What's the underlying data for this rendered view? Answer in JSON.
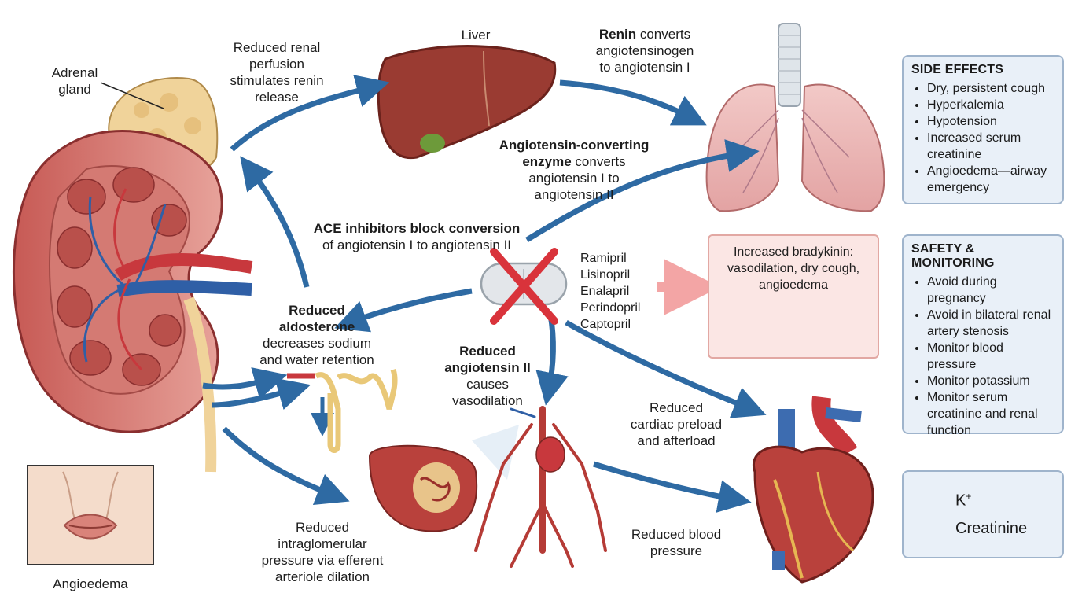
{
  "labels": {
    "liver": "Liver",
    "adrenal_gland_1": "Adrenal",
    "adrenal_gland_2": "gland",
    "renal_perfusion": [
      "Reduced renal",
      "perfusion",
      "stimulates renin",
      "release"
    ],
    "renin_bold": "Renin",
    "renin_rest_1": " converts",
    "renin_rest_2": "angiotensinogen",
    "renin_rest_3": "to angiotensin I",
    "ace_bold_1": "Angiotensin-converting",
    "ace_bold_2": "enzyme",
    "ace_rest_1": " converts",
    "ace_rest_2": "angiotensin I to",
    "ace_rest_3": "angiotensin II",
    "block_bold": "ACE inhibitors block conversion",
    "block_rest": "of angiotensin I to angiotensin II",
    "aldo_bold_1": "Reduced",
    "aldo_bold_2": "aldosterone",
    "aldo_rest_1": "decreases sodium",
    "aldo_rest_2": "and water retention",
    "ang2_bold_1": "Reduced",
    "ang2_bold_2": "angiotensin II",
    "ang2_rest_1": "causes",
    "ang2_rest_2": "vasodilation",
    "preload": [
      "Reduced",
      "cardiac preload",
      "and afterload"
    ],
    "bp": [
      "Reduced blood",
      "pressure"
    ],
    "intraglom": [
      "Reduced",
      "intraglomerular",
      "pressure via efferent",
      "arteriole dilation"
    ],
    "angioedema": "Angioedema"
  },
  "drugs": [
    "Ramipril",
    "Lisinopril",
    "Enalapril",
    "Perindopril",
    "Captopril"
  ],
  "bradykinin": [
    "Increased bradykinin:",
    "vasodilation, dry cough,",
    "angioedema"
  ],
  "side_effects": {
    "title": "SIDE EFFECTS",
    "items": [
      "Dry, persistent cough",
      "Hyperkalemia",
      "Hypotension",
      "Increased serum creatinine",
      "Angioedema—airway emergency"
    ]
  },
  "safety": {
    "title": "SAFETY & MONITORING",
    "items": [
      "Avoid during pregnancy",
      "Avoid in bilateral renal artery stenosis",
      "Monitor blood pressure",
      "Monitor potassium",
      "Monitor serum creatinine and renal function"
    ]
  },
  "labs": {
    "potassium": "K",
    "potassium_sup": "+",
    "creatinine": "Creatinine"
  },
  "colors": {
    "arrow_blue": "#2e6aa3",
    "block_red": "#d9333b",
    "box_blue": "#e9f0f8",
    "box_pink": "#fbe6e4"
  }
}
